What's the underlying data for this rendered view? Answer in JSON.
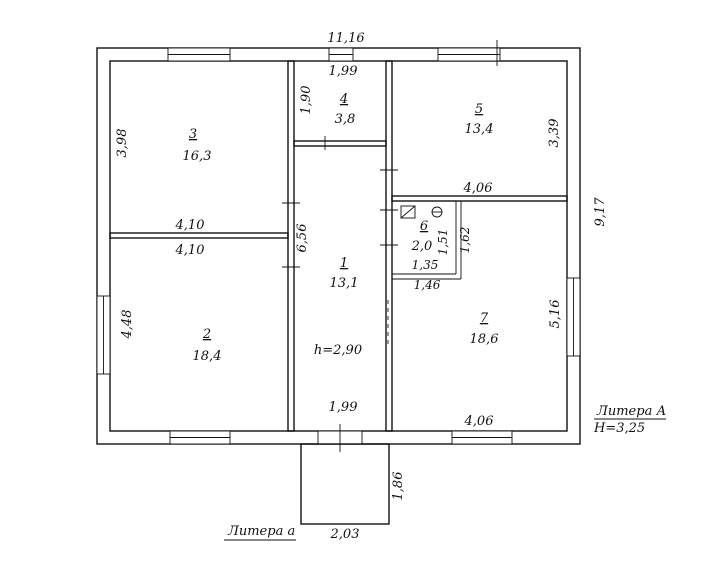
{
  "plan": {
    "overall": {
      "width": "11,16",
      "depth": "9,17"
    },
    "rooms": [
      {
        "id": "room-1",
        "number": "1",
        "area": "13,1",
        "height_note": "h=2,90"
      },
      {
        "id": "room-2",
        "number": "2",
        "area": "18,4"
      },
      {
        "id": "room-3",
        "number": "3",
        "area": "16,3"
      },
      {
        "id": "room-4",
        "number": "4",
        "area": "3,8"
      },
      {
        "id": "room-5",
        "number": "5",
        "area": "13,4"
      },
      {
        "id": "room-6",
        "number": "6",
        "area": "2,0"
      },
      {
        "id": "room-7",
        "number": "7",
        "area": "18,6"
      }
    ],
    "dims": {
      "d_398": "3,98",
      "d_410_top": "4,10",
      "d_410_bottom": "4,10",
      "d_448": "4,48",
      "d_190": "1,90",
      "d_199_top": "1,99",
      "d_199_bottom": "1,99",
      "d_656": "6,56",
      "d_339": "3,39",
      "d_406_top": "4,06",
      "d_406_bottom": "4,06",
      "d_151": "1,51",
      "d_162": "1,62",
      "d_135": "1,35",
      "d_146": "1,46",
      "d_516": "5,16",
      "d_186": "1,86",
      "d_203": "2,03"
    },
    "litera_main": {
      "name": "Литера А",
      "height": "H=3,25"
    },
    "litera_porch": {
      "name": "Литера а"
    }
  }
}
